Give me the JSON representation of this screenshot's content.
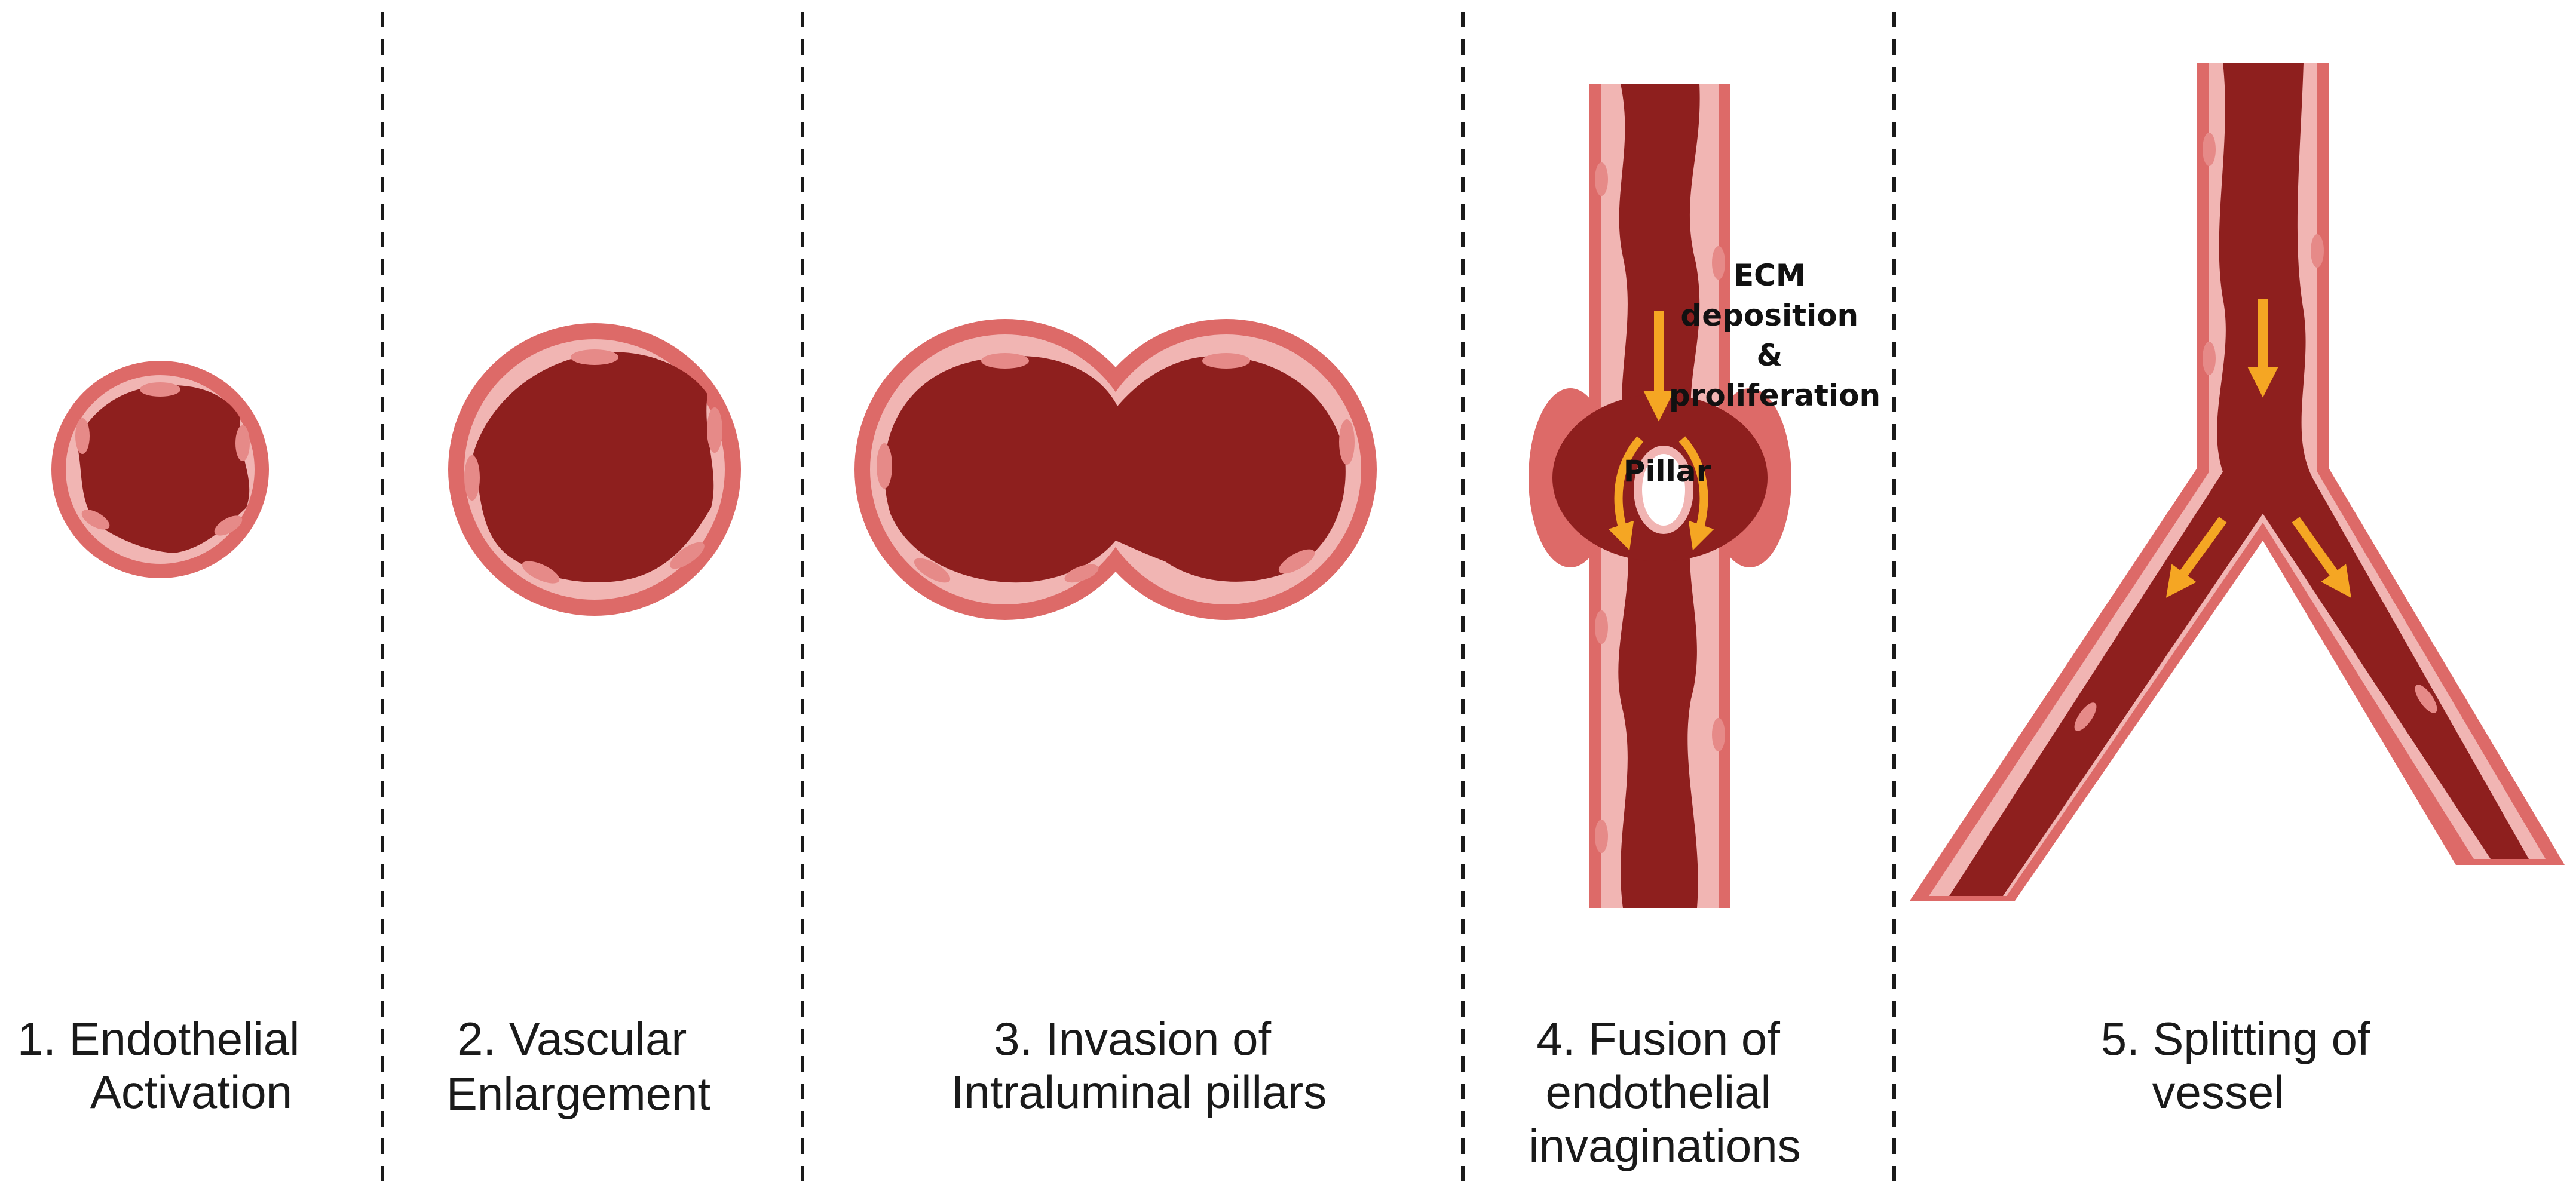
{
  "colors": {
    "vessel_wall": "#dd6a68",
    "endothelium": "#f1b5b3",
    "cell_nucleus": "#e68a88",
    "lumen_blood": "#8e1f1e",
    "arrow": "#f5a623",
    "pillar": "#ffffff",
    "divider": "#1a1a1a"
  },
  "stages": [
    {
      "caption_lines": [
        "1.  Endothelial",
        "Activation"
      ]
    },
    {
      "caption_lines": [
        "2. Vascular",
        "Enlargement"
      ]
    },
    {
      "caption_lines": [
        "3. Invasion of",
        "Intraluminal pillars"
      ]
    },
    {
      "caption_lines": [
        "4. Fusion of",
        "endothelial",
        "invaginations"
      ]
    },
    {
      "caption_lines": [
        "5. Splitting of",
        "vessel"
      ]
    }
  ],
  "annotations": {
    "ecm_lines": [
      "ECM",
      "deposition",
      "&",
      "proliferation"
    ],
    "pillar": "Pillar"
  },
  "icons": {
    "flow_arrow": "downward-arrow",
    "split_arrow": "curved-arrow"
  }
}
